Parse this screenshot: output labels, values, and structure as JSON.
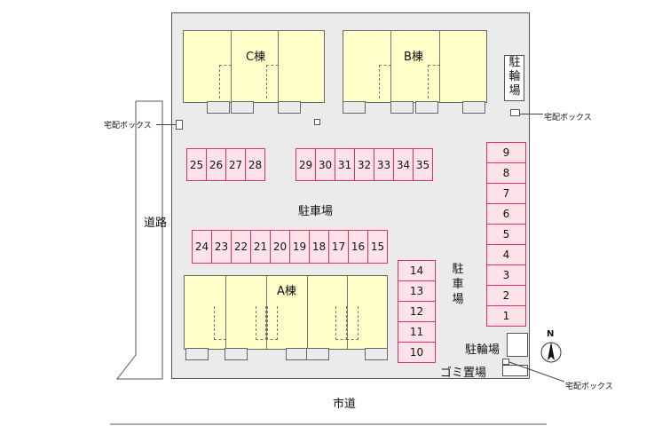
{
  "buildings": {
    "c": "C棟",
    "b": "B棟",
    "a": "A棟"
  },
  "labels": {
    "bicycle_top": "駐輪場",
    "bicycle_bottom": "駐輪場",
    "parking_center": "駐車場",
    "parking_right": "駐車場",
    "road_left": "道路",
    "city_road": "市道",
    "garbage": "ゴミ置場",
    "delivery_left": "宅配ボックス",
    "delivery_right": "宅配ボックス",
    "delivery_bottom": "宅配ボックス",
    "north": "N"
  },
  "parking": {
    "row_top_left": [
      "25",
      "26",
      "27",
      "28"
    ],
    "row_top_right": [
      "29",
      "30",
      "31",
      "32",
      "33",
      "34",
      "35"
    ],
    "row_middle": [
      "24",
      "23",
      "22",
      "21",
      "20",
      "19",
      "18",
      "17",
      "16",
      "15"
    ],
    "col_center": [
      "14",
      "13",
      "12",
      "11",
      "10"
    ],
    "col_right": [
      "9",
      "8",
      "7",
      "6",
      "5",
      "4",
      "3",
      "2",
      "1"
    ]
  },
  "colors": {
    "building": "#fffdc8",
    "parking_fill": "#fde2ea",
    "parking_border": "#e03060",
    "site": "#ebebeb"
  }
}
